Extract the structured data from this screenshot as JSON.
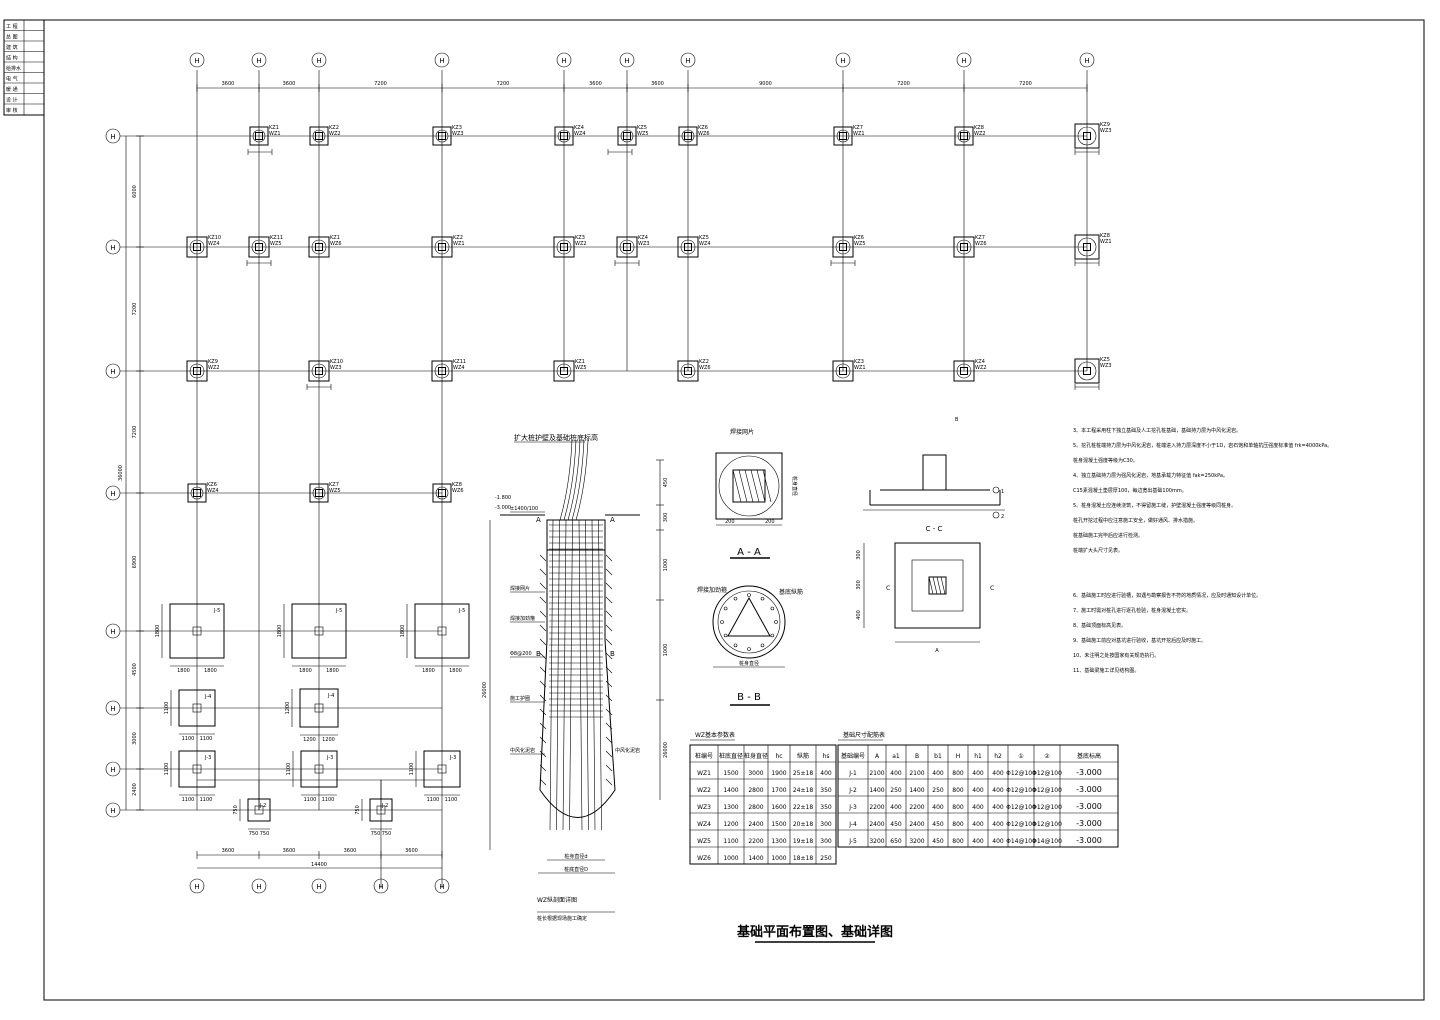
{
  "title_block": {
    "rows": [
      "工 程",
      "总 图",
      "建 筑",
      "结 构",
      "给排水",
      "电 气",
      "暖 通",
      "设 计",
      "审 核"
    ]
  },
  "axis_labels": {
    "top": [
      "H",
      "H",
      "H",
      "H",
      "H",
      "H",
      "H",
      "H",
      "H"
    ],
    "left": [
      "H",
      "H",
      "H",
      "H",
      "H",
      "H",
      "H",
      "H"
    ],
    "bottom": [
      "H",
      "H",
      "H",
      "H",
      "H"
    ]
  },
  "dims": {
    "top": [
      "3600",
      "3600",
      "7200",
      "7200",
      "3600",
      "3600",
      "9000",
      "7200",
      "7200"
    ],
    "left": [
      "6000",
      "7200",
      "7200",
      "6900",
      "4500",
      "3000",
      "2400"
    ],
    "left_total": "36000",
    "bottom": [
      "3600",
      "3600",
      "3600",
      "3600"
    ],
    "bottom_total": "14400"
  },
  "column_labels": {
    "kz": [
      "KZ1",
      "KZ2",
      "KZ3",
      "KZ4",
      "KZ5",
      "KZ6",
      "KZ7",
      "KZ8",
      "KZ9",
      "KZ10",
      "KZ11"
    ],
    "wz": [
      "WZ1",
      "WZ2",
      "WZ3",
      "WZ4",
      "WZ5",
      "WZ6"
    ]
  },
  "footings": [
    {
      "label": "J-5",
      "a": "1800",
      "b": "1800"
    },
    {
      "label": "J-5",
      "a": "1800",
      "b": "1800"
    },
    {
      "label": "J-5",
      "a": "1800",
      "b": "1800"
    },
    {
      "label": "J-4",
      "a": "1100",
      "b": "1100"
    },
    {
      "label": "J-4",
      "a": "1200",
      "b": "1200"
    },
    {
      "label": "J-3",
      "a": "1100",
      "b": "1100"
    },
    {
      "label": "J-3",
      "a": "1100",
      "b": "1100"
    },
    {
      "label": "J-3",
      "a": "1100",
      "b": "1100"
    },
    {
      "label": "J-2",
      "a": "750",
      "b": "750"
    },
    {
      "label": "J-2",
      "a": "750",
      "b": "750"
    }
  ],
  "pile_section": {
    "heading": "扩大桩护壁及基础桩底标高",
    "notes": [
      "±1400/100",
      "焊接网片",
      "焊接加劲箍",
      "Φ8@200",
      "施工护圈",
      "中风化泥岩",
      "中风化泥岩"
    ],
    "dims": [
      "450",
      "300",
      "1000",
      "1000",
      "26000"
    ],
    "bottom_labels": [
      "桩身直径d",
      "桩底直径D"
    ],
    "caption": "WZ纵剖面详图",
    "caption_note": "桩长根据现场施工确定"
  },
  "section_aa": {
    "title": "A - A",
    "label1": "焊接网片",
    "label2": "桩身直径",
    "dim1": "200",
    "dim2": "200"
  },
  "section_bb": {
    "title": "B - B",
    "label1": "焊接加劲箍",
    "label2": "桩身直径",
    "label3": "基底纵筋"
  },
  "section_cc": {
    "title": "C - C",
    "dims": [
      "300",
      "300",
      "400"
    ],
    "label": "A",
    "marks": [
      "1",
      "2"
    ]
  },
  "notes": [
    "3、本工程采用柱下独立基础及人工挖孔桩基础，基础持力层为中风化泥岩。",
    "5、挖孔桩桩端持力层为中风化泥岩，桩端进入持力层深度不小于1D，岩石饱和单轴抗压强度标准值 frk=4000kPa。",
    "桩身混凝土强度等级为C30。",
    "4、独立基础持力层为强风化泥岩，地基承载力特征值 fak=250kPa。",
    "C15素混凝土垫层厚100，每边宽出基础100mm。",
    "5、桩身混凝土应连续浇筑，不得留施工缝，护壁混凝土强度等级同桩身。",
    "桩孔开挖过程中应注意施工安全，做好通风、排水措施。",
    "桩基础施工完毕后应进行检测。",
    "桩端扩大头尺寸见表。",
    "6、基础施工时应进行验槽，如遇与勘察报告不符的地质情况，应及时通知设计单位。",
    "7、施工时需对桩孔进行逐孔检验，桩身混凝土密实。",
    "8、基础顶面标高见表。",
    "9、基础施工前应对基坑进行验收，基坑开挖后应及时施工。",
    "10、未注明之处按国家有关规范执行。",
    "11、基础梁施工详见结构图。"
  ],
  "table_wz": {
    "title": "WZ基本参数表",
    "headers": [
      "桩编号",
      "桩底直径",
      "桩身直径",
      "hc",
      "纵筋",
      "hs"
    ],
    "rows": [
      [
        "WZ1",
        "1500",
        "3000",
        "1900",
        "25±18",
        "400"
      ],
      [
        "WZ2",
        "1400",
        "2800",
        "1700",
        "24±18",
        "350"
      ],
      [
        "WZ3",
        "1300",
        "2800",
        "1600",
        "22±18",
        "350"
      ],
      [
        "WZ4",
        "1200",
        "2400",
        "1500",
        "20±18",
        "300"
      ],
      [
        "WZ5",
        "1100",
        "2200",
        "1300",
        "19±18",
        "300"
      ],
      [
        "WZ6",
        "1000",
        "1400",
        "1000",
        "18±18",
        "250"
      ]
    ]
  },
  "table_j": {
    "title": "基础尺寸配筋表",
    "headers": [
      "基础编号",
      "A",
      "a1",
      "B",
      "b1",
      "H",
      "h1",
      "h2",
      "①",
      "②",
      "基底标高"
    ],
    "rows": [
      [
        "J-1",
        "2100",
        "400",
        "2100",
        "400",
        "800",
        "400",
        "400",
        "Φ12@100",
        "Φ12@100",
        "-3.000"
      ],
      [
        "J-2",
        "1400",
        "250",
        "1400",
        "250",
        "800",
        "400",
        "400",
        "Φ12@100",
        "Φ12@100",
        "-3.000"
      ],
      [
        "J-3",
        "2200",
        "400",
        "2200",
        "400",
        "800",
        "400",
        "400",
        "Φ12@100",
        "Φ12@100",
        "-3.000"
      ],
      [
        "J-4",
        "2400",
        "450",
        "2400",
        "450",
        "800",
        "400",
        "400",
        "Φ12@100",
        "Φ12@100",
        "-3.000"
      ],
      [
        "J-5",
        "3200",
        "650",
        "3200",
        "450",
        "800",
        "400",
        "400",
        "Φ14@100",
        "Φ14@100",
        "-3.000"
      ]
    ]
  },
  "drawing_title": "基础平面布置图、基础详图"
}
